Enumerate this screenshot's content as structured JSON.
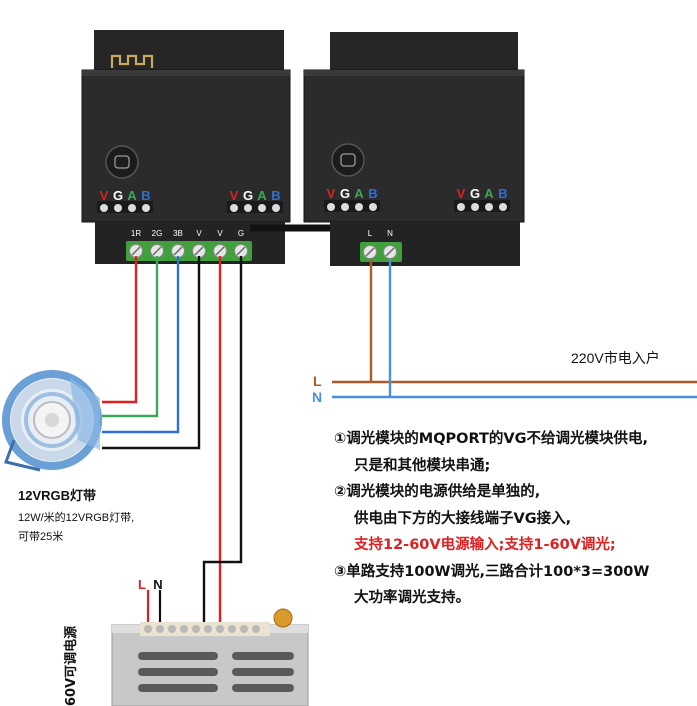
{
  "mains": {
    "label": "220V市电入户",
    "line_l": "L",
    "line_n": "N",
    "color_l": "#b05a2a",
    "color_n": "#4a90d9"
  },
  "module_left": {
    "port1": [
      "V",
      "G",
      "A",
      "B"
    ],
    "port2": [
      "V",
      "G",
      "A",
      "B"
    ],
    "terminals": [
      "1R",
      "2G",
      "3B",
      "V",
      "V",
      "G"
    ]
  },
  "module_right": {
    "port1": [
      "V",
      "G",
      "A",
      "B"
    ],
    "port2": [
      "V",
      "G",
      "A",
      "B"
    ],
    "terminals": [
      "L",
      "N"
    ]
  },
  "strip": {
    "title": "12VRGB灯带",
    "desc1": "12W/米的12VRGB灯带,",
    "desc2": "可带25米"
  },
  "psu": {
    "label": "60V可调电源",
    "input_l": "L",
    "input_n": "N"
  },
  "notes": [
    "①调光模块的MQPORT的VG不给调光模块供电,",
    "只是和其他模块串通;",
    "②调光模块的电源供给是单独的,",
    "供电由下方的大接线端子VG接入,",
    "支持12-60V电源输入;支持1-60V调光;",
    "③单路支持100W调光,三路合计100*3=300W",
    "大功率调光支持。"
  ],
  "colors": {
    "red": "#e02020",
    "green": "#3aa858",
    "blue": "#2f6fd6",
    "black": "#111111"
  }
}
